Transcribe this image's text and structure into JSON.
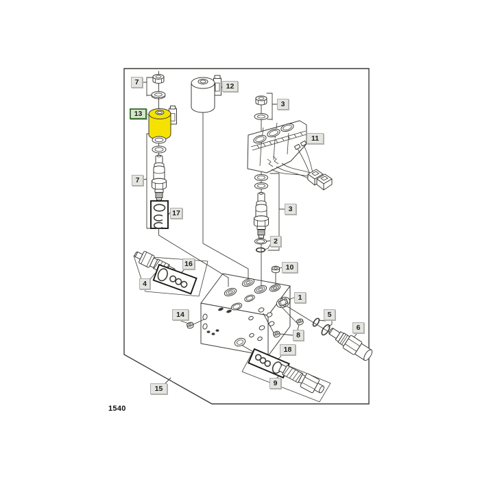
{
  "figure": {
    "code": "1540"
  },
  "colors": {
    "highlight_part": "#f5e200",
    "highlight_label_bg": "#d7e6cc",
    "highlight_label_border": "#43793b",
    "label_bg": "#e4e4e1",
    "label_border": "#adadaa",
    "label_text": "#1c1c1a",
    "line": "#3a3a36"
  },
  "callouts": [
    {
      "label": "7",
      "highlighted": false
    },
    {
      "label": "12",
      "highlighted": false
    },
    {
      "label": "13",
      "highlighted": true
    },
    {
      "label": "3",
      "highlighted": false
    },
    {
      "label": "11",
      "highlighted": false
    },
    {
      "label": "7",
      "highlighted": false
    },
    {
      "label": "17",
      "highlighted": false
    },
    {
      "label": "3",
      "highlighted": false
    },
    {
      "label": "2",
      "highlighted": false
    },
    {
      "label": "10",
      "highlighted": false
    },
    {
      "label": "16",
      "highlighted": false
    },
    {
      "label": "4",
      "highlighted": false
    },
    {
      "label": "1",
      "highlighted": false
    },
    {
      "label": "14",
      "highlighted": false
    },
    {
      "label": "5",
      "highlighted": false
    },
    {
      "label": "8",
      "highlighted": false
    },
    {
      "label": "6",
      "highlighted": false
    },
    {
      "label": "18",
      "highlighted": false
    },
    {
      "label": "9",
      "highlighted": false
    },
    {
      "label": "15",
      "highlighted": false
    }
  ]
}
